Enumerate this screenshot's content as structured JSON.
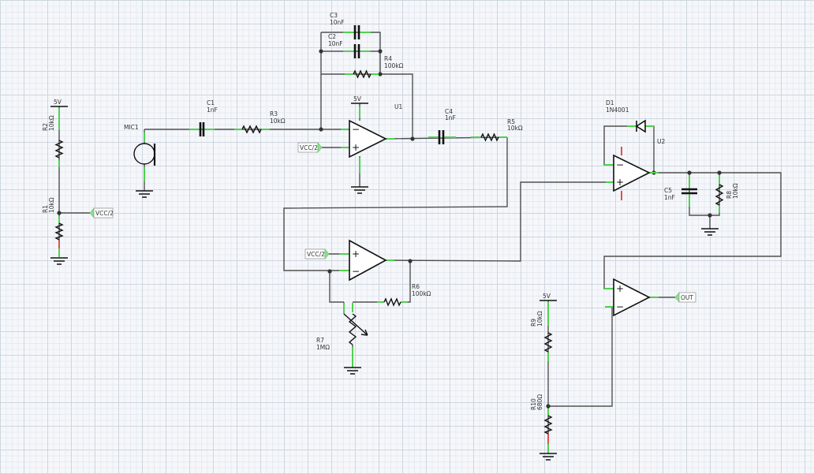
{
  "schematic": {
    "power_label": "5V",
    "net_labels": {
      "vcc_half": "VCC/2",
      "out": "OUT"
    },
    "opamps": {
      "u1": "U1",
      "u2": "U2"
    },
    "components": {
      "r1": {
        "ref": "R1",
        "value": "10kΩ"
      },
      "r2": {
        "ref": "R2",
        "value": "10kΩ"
      },
      "r3": {
        "ref": "R3",
        "value": "10kΩ"
      },
      "r4": {
        "ref": "R4",
        "value": "100kΩ"
      },
      "r5": {
        "ref": "R5",
        "value": "10kΩ"
      },
      "r6": {
        "ref": "R6",
        "value": "100kΩ"
      },
      "r7": {
        "ref": "R7",
        "value": "1MΩ"
      },
      "r8": {
        "ref": "R8",
        "value": "10kΩ"
      },
      "r9": {
        "ref": "R9",
        "value": "10kΩ"
      },
      "r10": {
        "ref": "R10",
        "value": "680Ω"
      },
      "c1": {
        "ref": "C1",
        "value": "1nF"
      },
      "c2": {
        "ref": "C2",
        "value": "10nF"
      },
      "c3": {
        "ref": "C3",
        "value": "10nF"
      },
      "c4": {
        "ref": "C4",
        "value": "1nF"
      },
      "c5": {
        "ref": "C5",
        "value": "1nF"
      },
      "d1": {
        "ref": "D1",
        "value": "1N4001"
      },
      "mic1": {
        "ref": "MIC1"
      }
    },
    "signs": {
      "plus": "+",
      "minus": "−"
    }
  }
}
